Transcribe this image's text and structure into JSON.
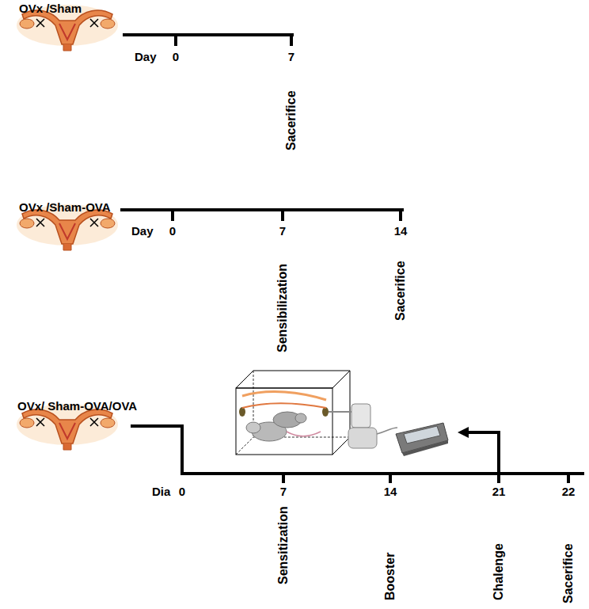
{
  "diagram": {
    "labels": [
      "OVx /Sham",
      "Day",
      "0",
      "7",
      "Sacerifice",
      "OVx /Sham-OVA",
      "Day",
      "0",
      "7",
      "14",
      "Sensibilization",
      "Sacerifice",
      "OVx/ Sham-OVA/OVA",
      "Dia",
      "0",
      "7",
      "14",
      "21",
      "22",
      "Sensitization",
      "Booster",
      "Chalenge",
      "Sacerifice"
    ]
  }
}
